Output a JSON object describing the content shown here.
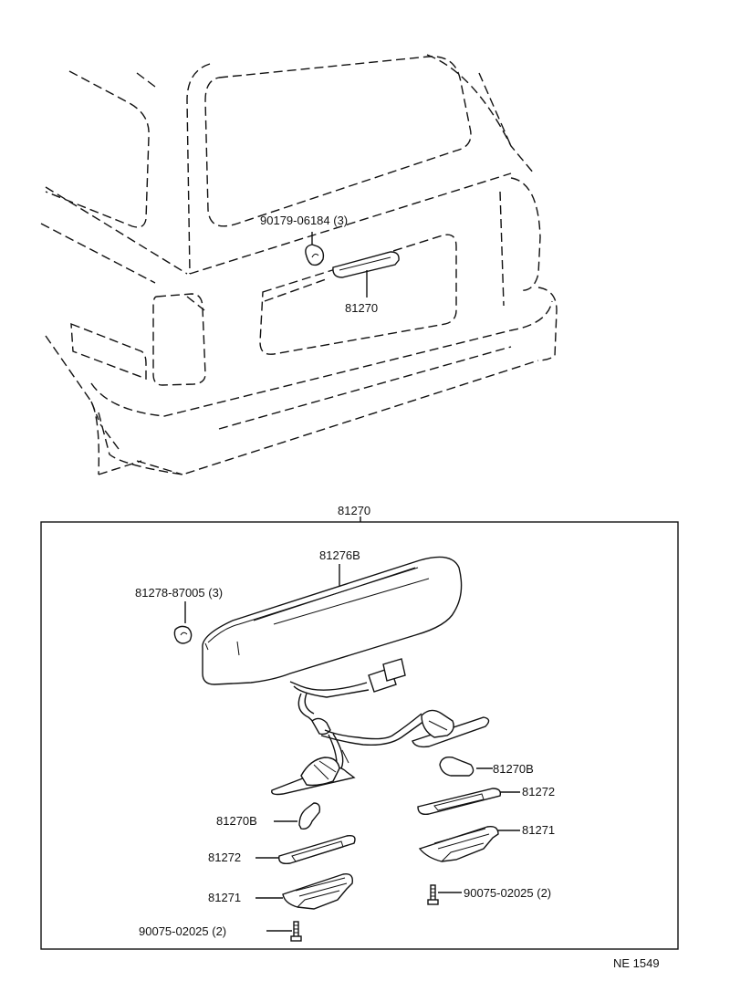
{
  "vehicle_callouts": {
    "grommet_part": "90179-06184 (3)",
    "assembly_part": "81270"
  },
  "detail": {
    "box_title": "81270",
    "lens_part": "81276B",
    "clip_part": "81278-87005 (3)",
    "bulb_right": "81270B",
    "gasket_right": "81272",
    "housing_right": "81271",
    "screw_right": "90075-02025 (2)",
    "bulb_left": "81270B",
    "gasket_left": "81272",
    "housing_left": "81271",
    "screw_left": "90075-02025 (2)"
  },
  "figure_code": "NE 1549"
}
